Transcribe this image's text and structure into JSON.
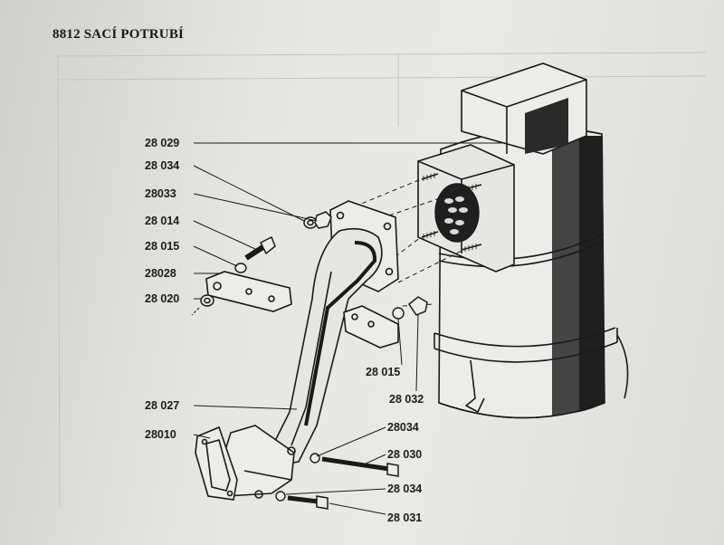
{
  "page": {
    "title": "8812 SACÍ POTRUBÍ"
  },
  "parts": [
    {
      "id": "p29",
      "label": "28 029",
      "name": "air-filter-housing"
    },
    {
      "id": "p34a",
      "label": "28 034",
      "name": "washer"
    },
    {
      "id": "p33",
      "label": "28033",
      "name": "nut"
    },
    {
      "id": "p14",
      "label": "28 014",
      "name": "bolt"
    },
    {
      "id": "p15a",
      "label": "28 015",
      "name": "washer"
    },
    {
      "id": "p28",
      "label": "28028",
      "name": "bracket"
    },
    {
      "id": "p20",
      "label": "28 020",
      "name": "nut"
    },
    {
      "id": "p15b",
      "label": "28 015",
      "name": "washer"
    },
    {
      "id": "p32",
      "label": "28 032",
      "name": "bolt"
    },
    {
      "id": "p27",
      "label": "28 027",
      "name": "intake-pipe"
    },
    {
      "id": "p10",
      "label": "28010",
      "name": "gasket"
    },
    {
      "id": "p34b",
      "label": "28034",
      "name": "washer"
    },
    {
      "id": "p30",
      "label": "28 030",
      "name": "bolt"
    },
    {
      "id": "p34c",
      "label": "28 034",
      "name": "washer"
    },
    {
      "id": "p31",
      "label": "28 031",
      "name": "bolt"
    }
  ]
}
